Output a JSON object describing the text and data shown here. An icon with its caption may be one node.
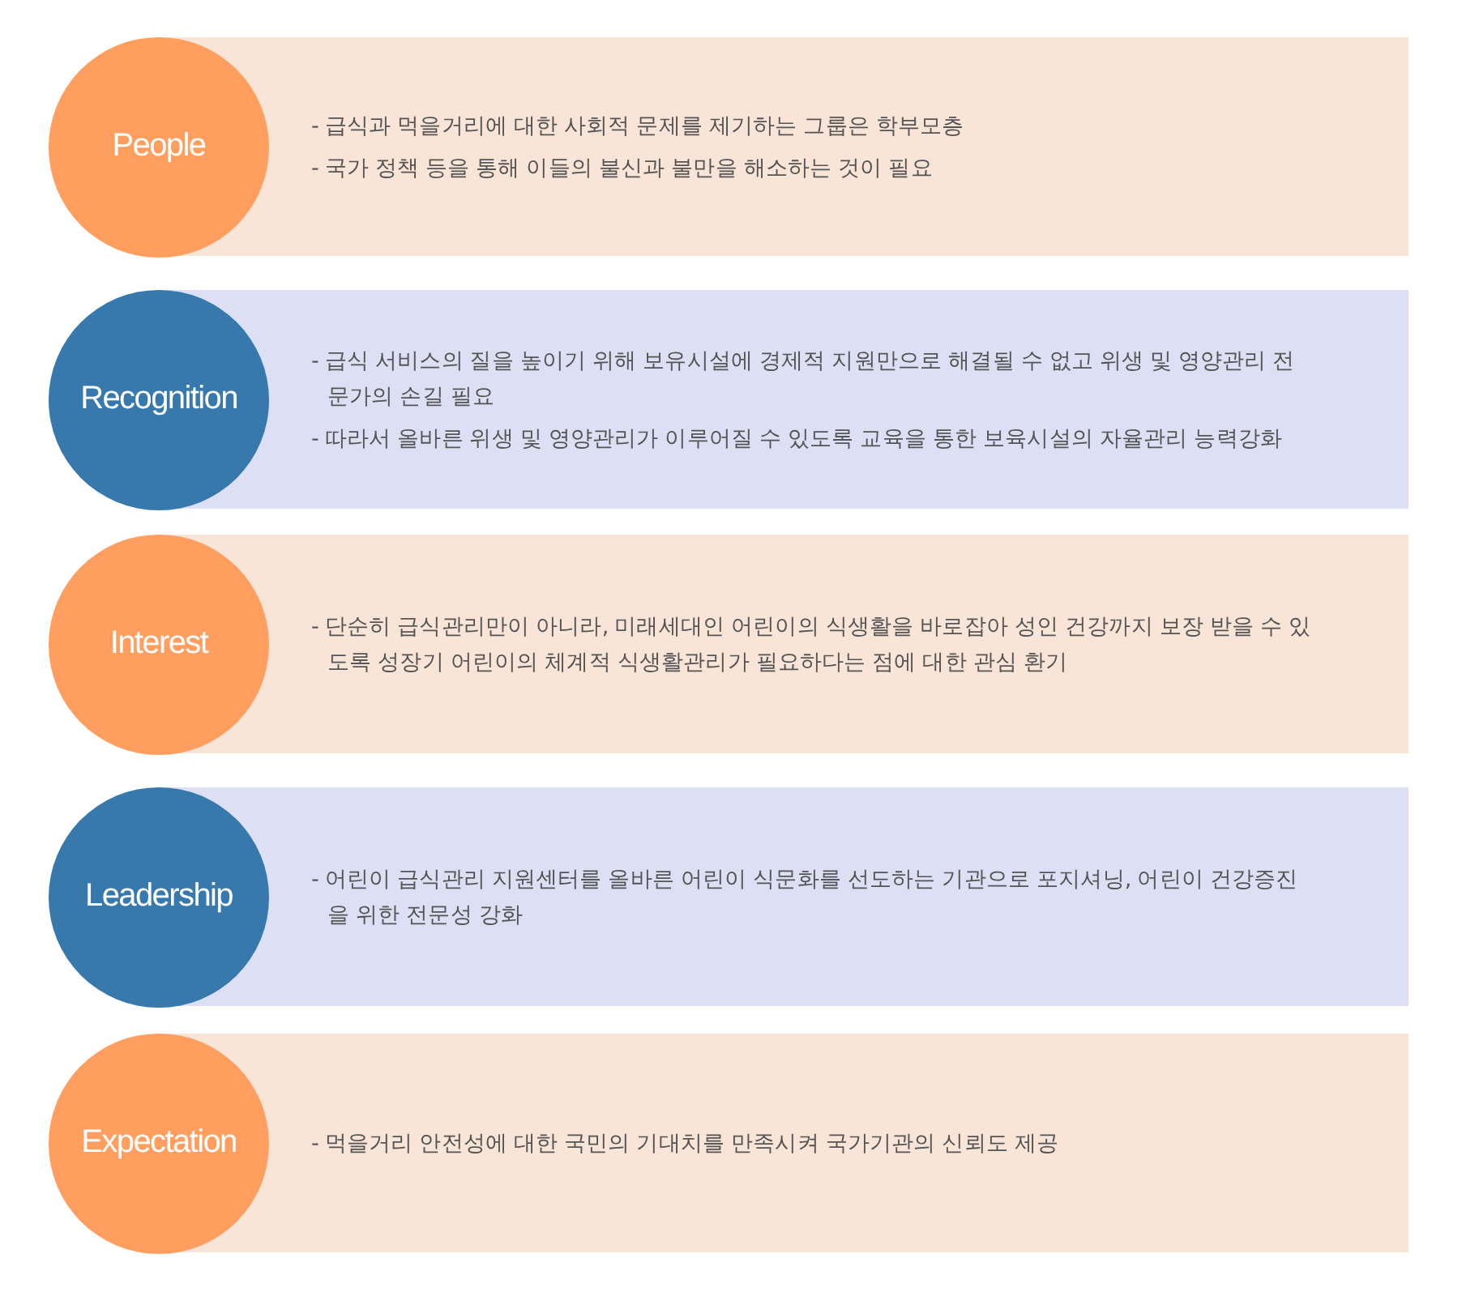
{
  "diagram": {
    "nodes": [
      {
        "text": [
          "People"
        ]
      },
      {
        "text": [
          "- 급식과 먹을거리에 대한 사회적 문제를 제기하는 그룹은 학부모층",
          "- 국가 정책 등을 통해 이들의 불신과 불만을 해소하는 것이 필요"
        ]
      },
      {
        "text": [
          "Recognition"
        ]
      },
      {
        "text": [
          "- 급식 서비스의 질을 높이기 위해 보유시설에 경제적 지원만으로 해결될 수 없고 위생 및 영양관리 전문가의 손길 필요",
          "- 따라서 올바른 위생 및 영양관리가 이루어질 수 있도록 교육을 통한 보육시설의 자율관리 능력강화"
        ]
      },
      {
        "text": [
          "Interest"
        ]
      },
      {
        "text": [
          "- 단순히 급식관리만이 아니라, 미래세대인 어린이의 식생활을 바로잡아 성인 건강까지 보장 받을 수 있도록 성장기 어린이의 체계적 식생활관리가 필요하다는 점에 대한 관심 환기"
        ]
      },
      {
        "text": [
          "Leadership"
        ]
      },
      {
        "text": [
          "- 어린이 급식관리 지원센터를 올바른 어린이 식문화를 선도하는 기관으로 포지셔닝, 어린이 건강증진을 위한 전문성 강화"
        ]
      },
      {
        "text": [
          "Expectation"
        ]
      },
      {
        "text": [
          "- 먹을거리 안전성에 대한 국민의 기대치를 만족시켜 국가기관의 신뢰도 제공"
        ]
      }
    ],
    "edges": []
  }
}
